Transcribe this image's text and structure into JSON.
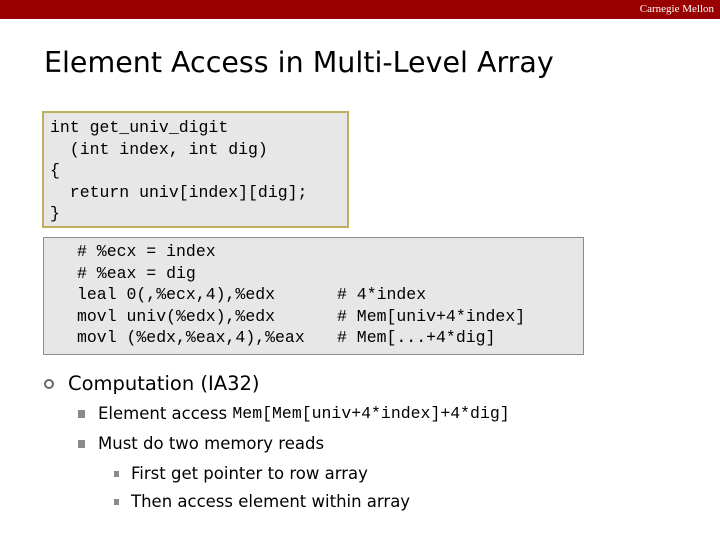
{
  "header": {
    "brand": "Carnegie Mellon",
    "bar_color": "#990000"
  },
  "slide": {
    "title": "Element Access in Multi-Level Array"
  },
  "c_code": {
    "lines": [
      "int get_univ_digit",
      "  (int index, int dig)",
      "{",
      "  return univ[index][dig];",
      "}"
    ]
  },
  "asm_code": {
    "rows": [
      {
        "instr": "# %ecx = index",
        "comment": ""
      },
      {
        "instr": "# %eax = dig",
        "comment": ""
      },
      {
        "instr": "leal 0(,%ecx,4),%edx",
        "comment": "# 4*index"
      },
      {
        "instr": "movl univ(%edx),%edx",
        "comment": "# Mem[univ+4*index]"
      },
      {
        "instr": "movl (%edx,%eax,4),%eax",
        "comment": "# Mem[...+4*dig]"
      }
    ]
  },
  "bullets": {
    "main": "Computation (IA32)",
    "sub1_prefix": "Element access ",
    "sub1_code": "Mem[Mem[univ+4*index]+4*dig]",
    "sub2": "Must do two memory reads",
    "sub3a": "First get pointer to row array",
    "sub3b": "Then access element within array"
  }
}
